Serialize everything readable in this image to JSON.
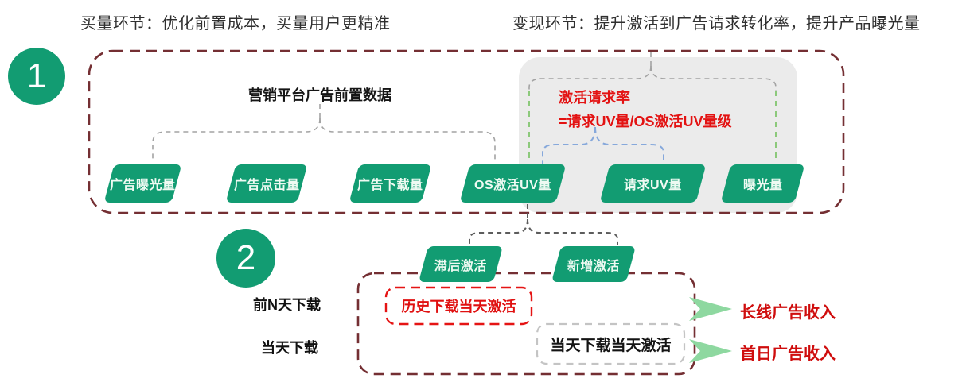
{
  "headers": {
    "left": "买量环节：优化前置成本，买量用户更精准",
    "right": "变现环节：提升激活到广告请求转化率，提升产品曝光量"
  },
  "steps": {
    "one": "1",
    "two": "2"
  },
  "funnel": {
    "title": "营销平台广告前置数据",
    "boxes": [
      "广告曝光量",
      "广告点击量",
      "广告下载量",
      "OS激活UV量",
      "请求UV量",
      "曝光量"
    ]
  },
  "monetization": {
    "metric_title": "激活请求率",
    "metric_formula": "=请求UV量/OS激活UV量级"
  },
  "activation": {
    "boxes": [
      "滞后激活",
      "新增激活"
    ],
    "row_labels": [
      "前N天下载",
      "当天下载"
    ],
    "cells": [
      "历史下载当天激活",
      "当天下载当天激活"
    ]
  },
  "outcomes": [
    "长线广告收入",
    "首日广告收入"
  ],
  "colors": {
    "node_green": "#129c72",
    "maroon_dash": "#742f33",
    "red_text": "#e31212",
    "red_dash": "#e51414",
    "gray_dash": "#c4c4c4",
    "light_gray_panel": "#ebebeb",
    "connector_gray": "#a3a3a3",
    "connector_dark": "#5c5c5c",
    "connector_blue": "#86a8db",
    "connector_green": "#8cc97b",
    "arrow_green": "#8ed8a0"
  }
}
